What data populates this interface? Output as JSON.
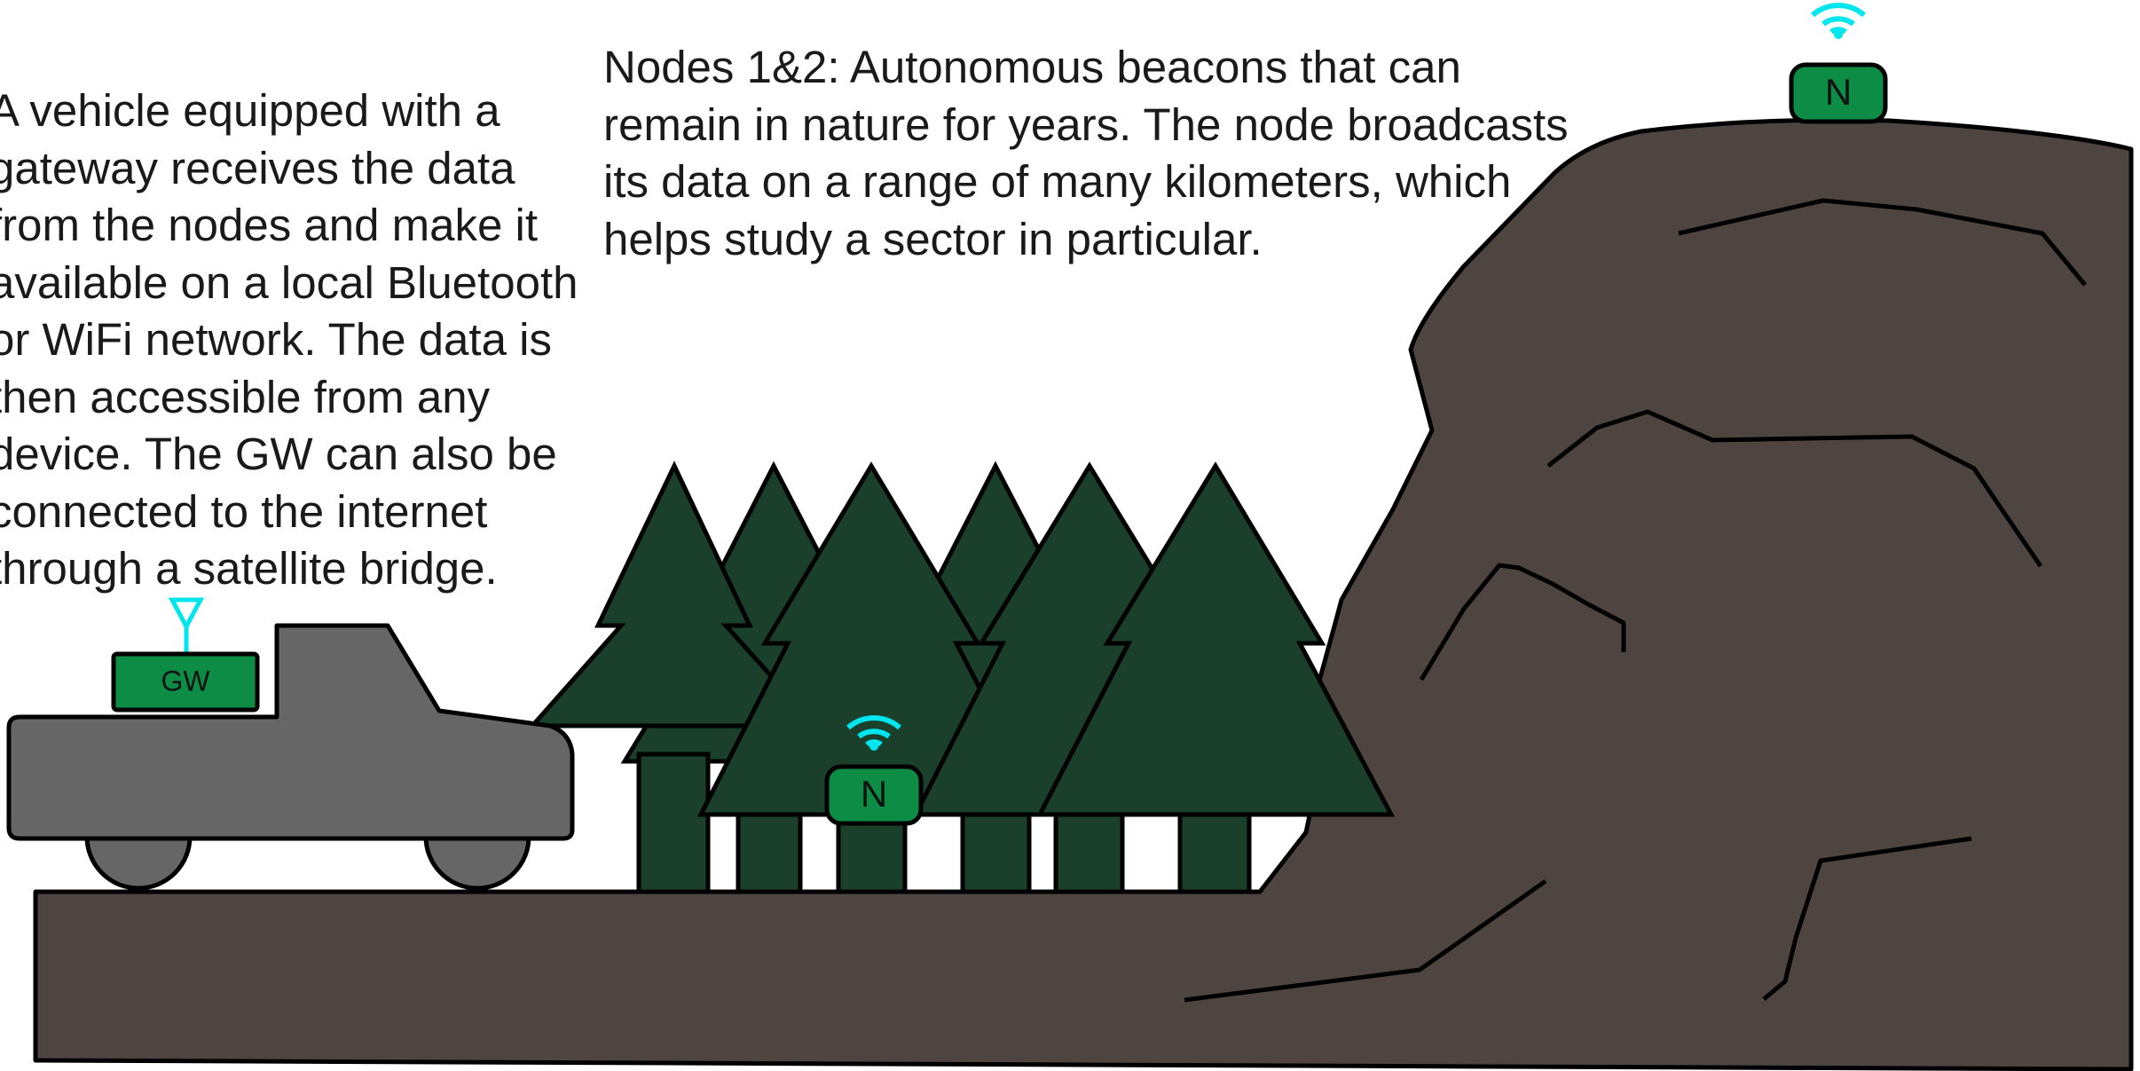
{
  "gateway_caption": {
    "lines": [
      "A vehicle equipped with a",
      "gateway receives the data",
      "from the nodes and make it",
      "available on a local Bluetooth",
      "or  WiFi network. The data is",
      "then accessible from any",
      "device. The GW can also be",
      "connected to the internet",
      "through a satellite bridge."
    ]
  },
  "nodes_caption": {
    "lines": [
      "Nodes 1&2:  Autonomous beacons that can",
      "remain in nature for years. The node broadcasts",
      "its data on a range of many kilometers, which",
      "helps study a sector in particular."
    ]
  },
  "gateway": {
    "label": "GW",
    "icon": "antenna-icon"
  },
  "node_forest": {
    "label": "N",
    "icon": "wifi-icon"
  },
  "node_mountain": {
    "label": "N",
    "icon": "wifi-icon"
  },
  "colors": {
    "ground": "#4f4540",
    "tree": "#1a3f2b",
    "device": "#0c8c44",
    "vehicle": "#666666",
    "signal": "#00e5ee",
    "outline": "#000000"
  }
}
